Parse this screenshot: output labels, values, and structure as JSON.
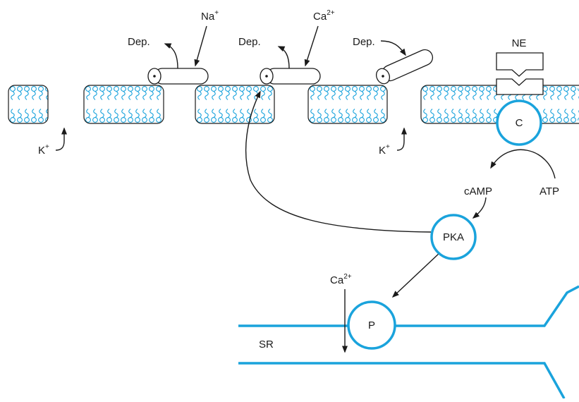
{
  "labels": {
    "na_base": "Na",
    "na_sup": "+",
    "ca_top_base": "Ca",
    "ca_top_sup": "2+",
    "dep_1": "Dep.",
    "dep_2": "Dep.",
    "dep_3": "Dep.",
    "ne": "NE",
    "c": "C",
    "k_left_base": "K",
    "k_left_sup": "+",
    "k_right_base": "K",
    "k_right_sup": "+",
    "camp": "cAMP",
    "atp": "ATP",
    "pka": "PKA",
    "ca_sr_base": "Ca",
    "ca_sr_sup": "2+",
    "p": "P",
    "sr": "SR"
  },
  "colors": {
    "membrane_blue": "#1aa3dc",
    "ink": "#1a1a1a",
    "background": "#ffffff"
  }
}
